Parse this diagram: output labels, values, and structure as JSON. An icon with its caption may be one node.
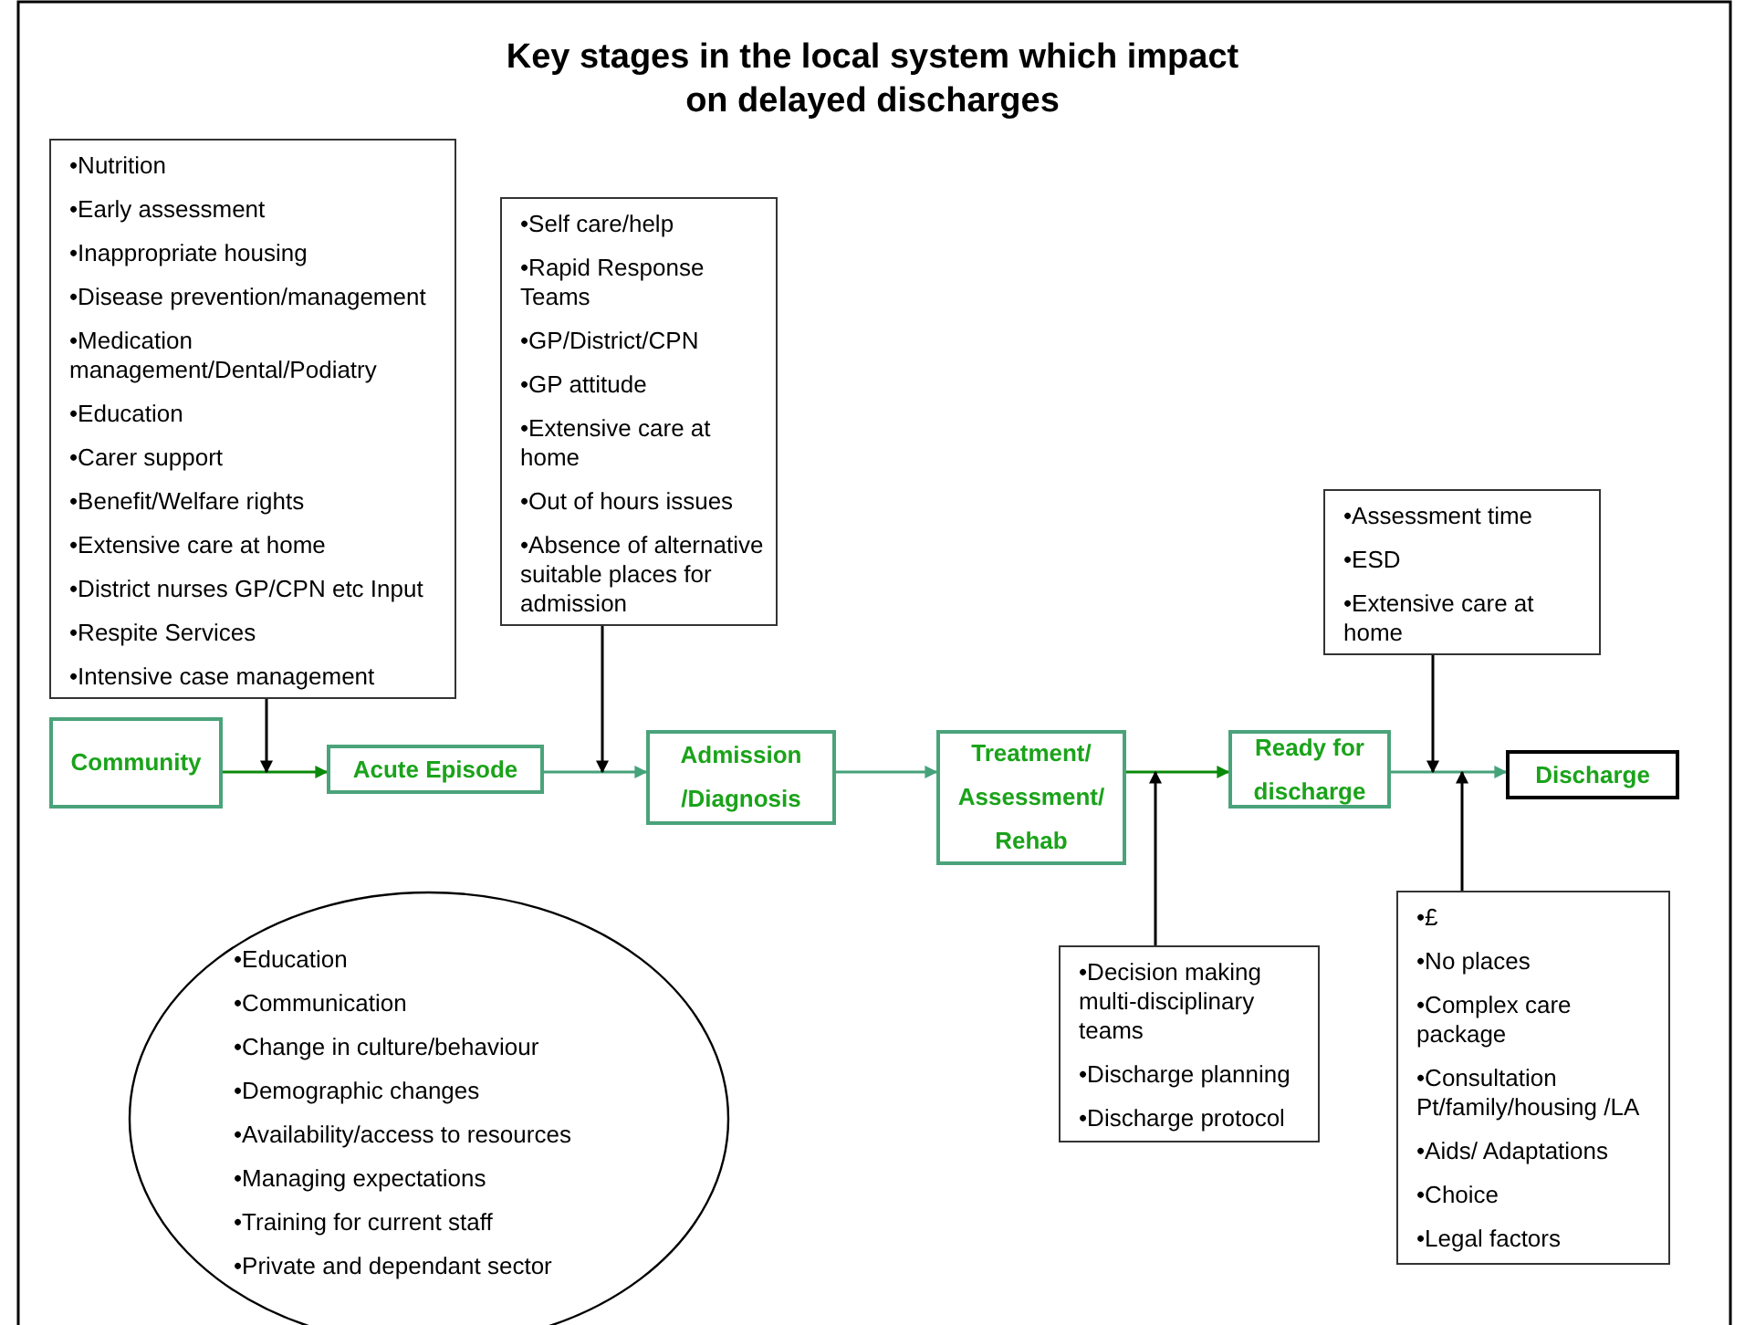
{
  "diagram": {
    "title": "Key stages in the local system which impact on delayed discharges",
    "nodes": [
      {
        "text": [
          "•Nutrition",
          "•Early assessment",
          "•Inappropriate housing",
          "•Disease prevention/management",
          "•Medication management/Dental/Podiatry",
          "•Education",
          "•Carer support",
          "•Benefit/Welfare rights",
          "•Extensive care at home",
          "•District nurses GP/CPN etc Input",
          "•Respite Services",
          "•Intensive case management"
        ]
      },
      {
        "text": [
          "•Self care/help",
          "•Rapid Response Teams",
          "•GP/District/CPN",
          "•GP attitude",
          "•Extensive care at home",
          "•Out of hours issues",
          "•Absence of alternative suitable places for admission"
        ]
      },
      {
        "text": [
          "•Assessment time",
          "•ESD",
          "•Extensive care at home"
        ]
      },
      {
        "text": [
          "Community"
        ]
      },
      {
        "text": [
          "Acute Episode"
        ]
      },
      {
        "text": [
          "Admission /Diagnosis"
        ]
      },
      {
        "text": [
          "Treatment/ Assessment/ Rehab"
        ]
      },
      {
        "text": [
          "Ready for discharge"
        ]
      },
      {
        "text": [
          "Discharge"
        ]
      },
      {
        "text": [
          "•Education",
          "•Communication",
          "•Change in culture/behaviour",
          "•Demographic changes",
          "•Availability/access to resources",
          "•Managing expectations",
          "•Training for current staff",
          "•Private and dependant sector"
        ]
      },
      {
        "text": [
          "•Decision making multi-disciplinary teams",
          "•Discharge planning",
          "•Discharge protocol"
        ]
      },
      {
        "text": [
          "•£",
          "•No places",
          "•Complex care package",
          "•Consultation Pt/family/housing /LA",
          "•Aids/ Adaptations",
          "•Choice",
          "•Legal factors"
        ]
      }
    ],
    "edges": [
      {
        "from": 3,
        "to": 4,
        "arrow": "to",
        "color": "#0a8a0a"
      },
      {
        "from": 4,
        "to": 5,
        "arrow": "to",
        "color": "#45a27a"
      },
      {
        "from": 5,
        "to": 6,
        "arrow": "to",
        "color": "#45a27a"
      },
      {
        "from": 6,
        "to": 7,
        "arrow": "to",
        "color": "#0a8a0a"
      },
      {
        "from": 7,
        "to": 8,
        "arrow": "to",
        "color": "#45a27a"
      },
      {
        "from": 0,
        "to": 3,
        "arrow": "to",
        "color": "#000000"
      },
      {
        "from": 1,
        "to": 5,
        "arrow": "to",
        "color": "#000000"
      },
      {
        "from": 2,
        "to": 7,
        "arrow": "to",
        "color": "#000000"
      },
      {
        "from": 10,
        "to": 6,
        "arrow": "to",
        "color": "#000000"
      },
      {
        "from": 11,
        "to": 8,
        "arrow": "to",
        "color": "#000000"
      }
    ]
  }
}
